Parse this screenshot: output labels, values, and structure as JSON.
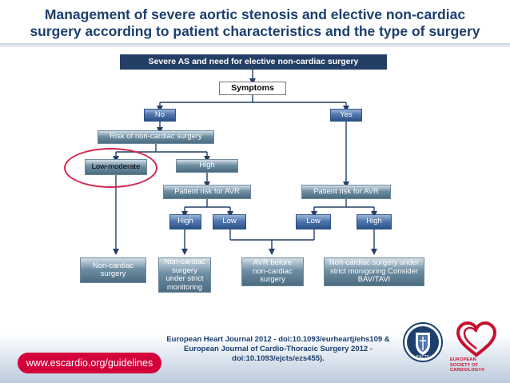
{
  "title": {
    "line1": "Management of severe aortic stenosis and elective non-cardiac",
    "line2": "surgery according to patient characteristics and the type of surgery"
  },
  "flow": {
    "top": "Severe AS and need for elective non-cardiac surgery",
    "symptoms": "Symptoms",
    "no": "No",
    "yes": "Yes",
    "risk_surgery": "Risk of non-cardiac surgery",
    "low_moderate": "Low-moderate",
    "high": "High",
    "patient_risk_left": "Patient risk for AVR",
    "patient_risk_right": "Patient risk for AVR",
    "left_high": "High",
    "left_low": "Low",
    "right_low": "Low",
    "right_high": "High",
    "out_noncardiac": "Non-cardiac surgery",
    "out_monitoring": "Non-cardiac surgery under strict monitoring",
    "out_avr": "AVR before non-cardiac surgery",
    "out_bav": "Non-cardiac surgery under strict monigoring Consider BAV/TAVI"
  },
  "footer": {
    "url": "www.escardio.org/guidelines",
    "citation_line1": "European Heart Journal 2012 - doi:10.1093/eurheartj/ehs109 &",
    "citation_line2": "European Journal of Cardio-Thoracic Surgery 2012 -",
    "citation_line3": "doi:10.1093/ejcts/ezs455).",
    "eacts_label": "EACTS",
    "esc_line1": "EUROPEAN",
    "esc_line2": "SOCIETY OF",
    "esc_line3": "CARDIOLOGY®"
  },
  "colors": {
    "title": "#1c3f6e",
    "dark_box": "#243f66",
    "blue_box": "#4f76ad",
    "grey_box": "#6e8ea3",
    "highlight": "#d4264e",
    "esc_red": "#c8102e",
    "url_pill": "#d3003a"
  },
  "icons": {
    "eacts": "eacts-shield-logo",
    "esc": "esc-heart-logo"
  }
}
